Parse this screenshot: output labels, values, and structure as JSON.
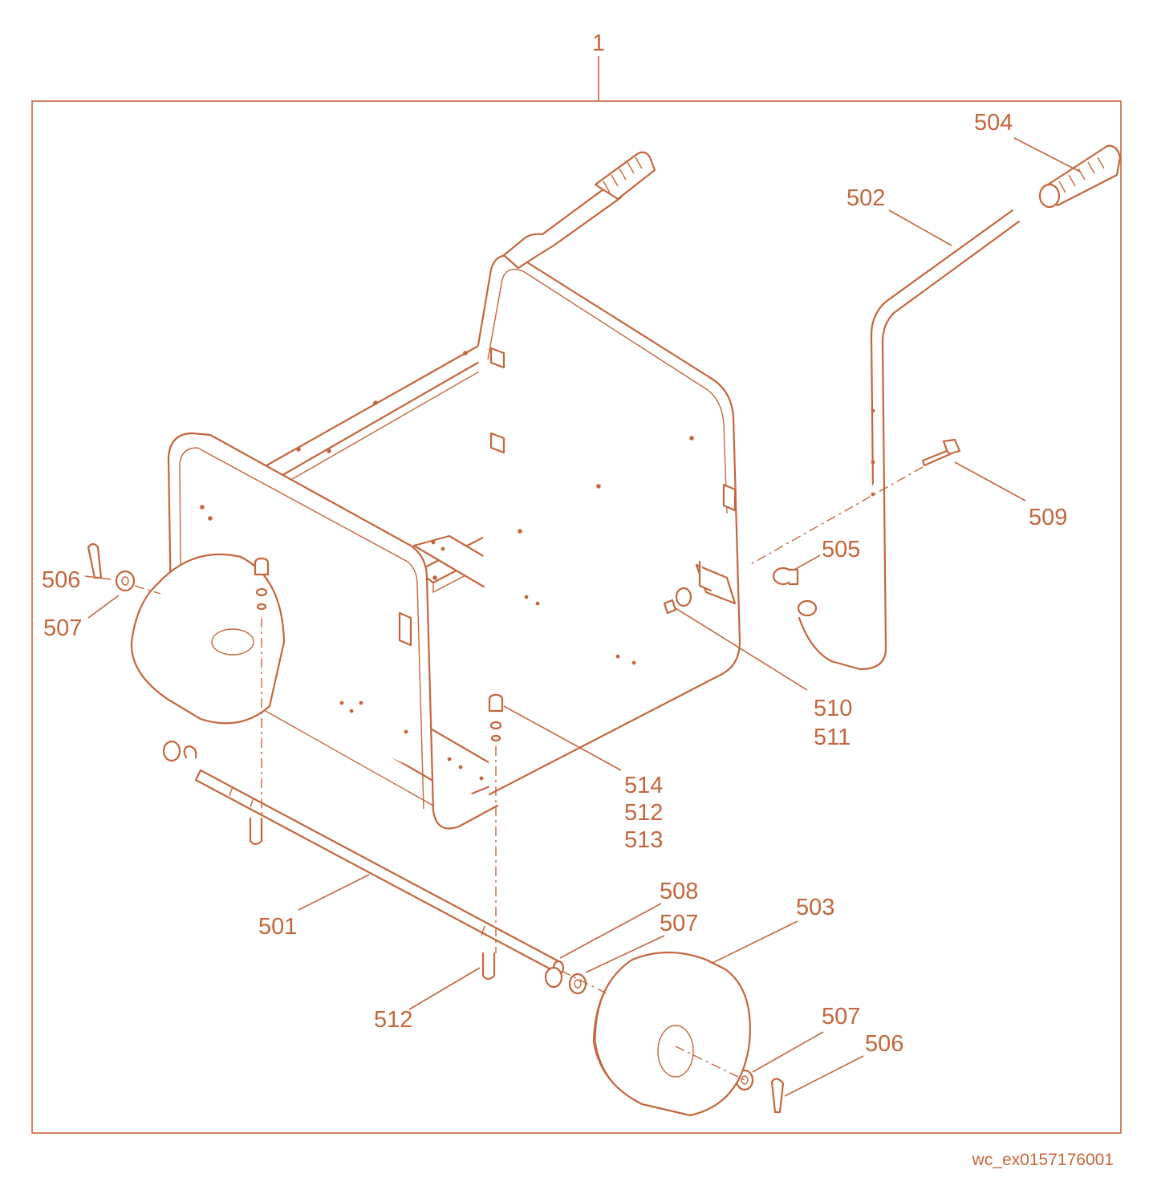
{
  "diagram": {
    "assembly_callout": "1",
    "reference_code": "wc_ex0157176001",
    "colors": {
      "line": "#c4663d",
      "background": "#ffffff"
    },
    "callouts": [
      {
        "id": "c-504",
        "text": "504"
      },
      {
        "id": "c-502",
        "text": "502"
      },
      {
        "id": "c-509",
        "text": "509"
      },
      {
        "id": "c-505",
        "text": "505"
      },
      {
        "id": "c-506a",
        "text": "506"
      },
      {
        "id": "c-507a",
        "text": "507"
      },
      {
        "id": "c-510",
        "text": "510"
      },
      {
        "id": "c-511",
        "text": "511"
      },
      {
        "id": "c-514",
        "text": "514"
      },
      {
        "id": "c-512a",
        "text": "512"
      },
      {
        "id": "c-513",
        "text": "513"
      },
      {
        "id": "c-508",
        "text": "508"
      },
      {
        "id": "c-507b",
        "text": "507"
      },
      {
        "id": "c-503",
        "text": "503"
      },
      {
        "id": "c-501",
        "text": "501"
      },
      {
        "id": "c-512b",
        "text": "512"
      },
      {
        "id": "c-507c",
        "text": "507"
      },
      {
        "id": "c-506b",
        "text": "506"
      }
    ]
  }
}
